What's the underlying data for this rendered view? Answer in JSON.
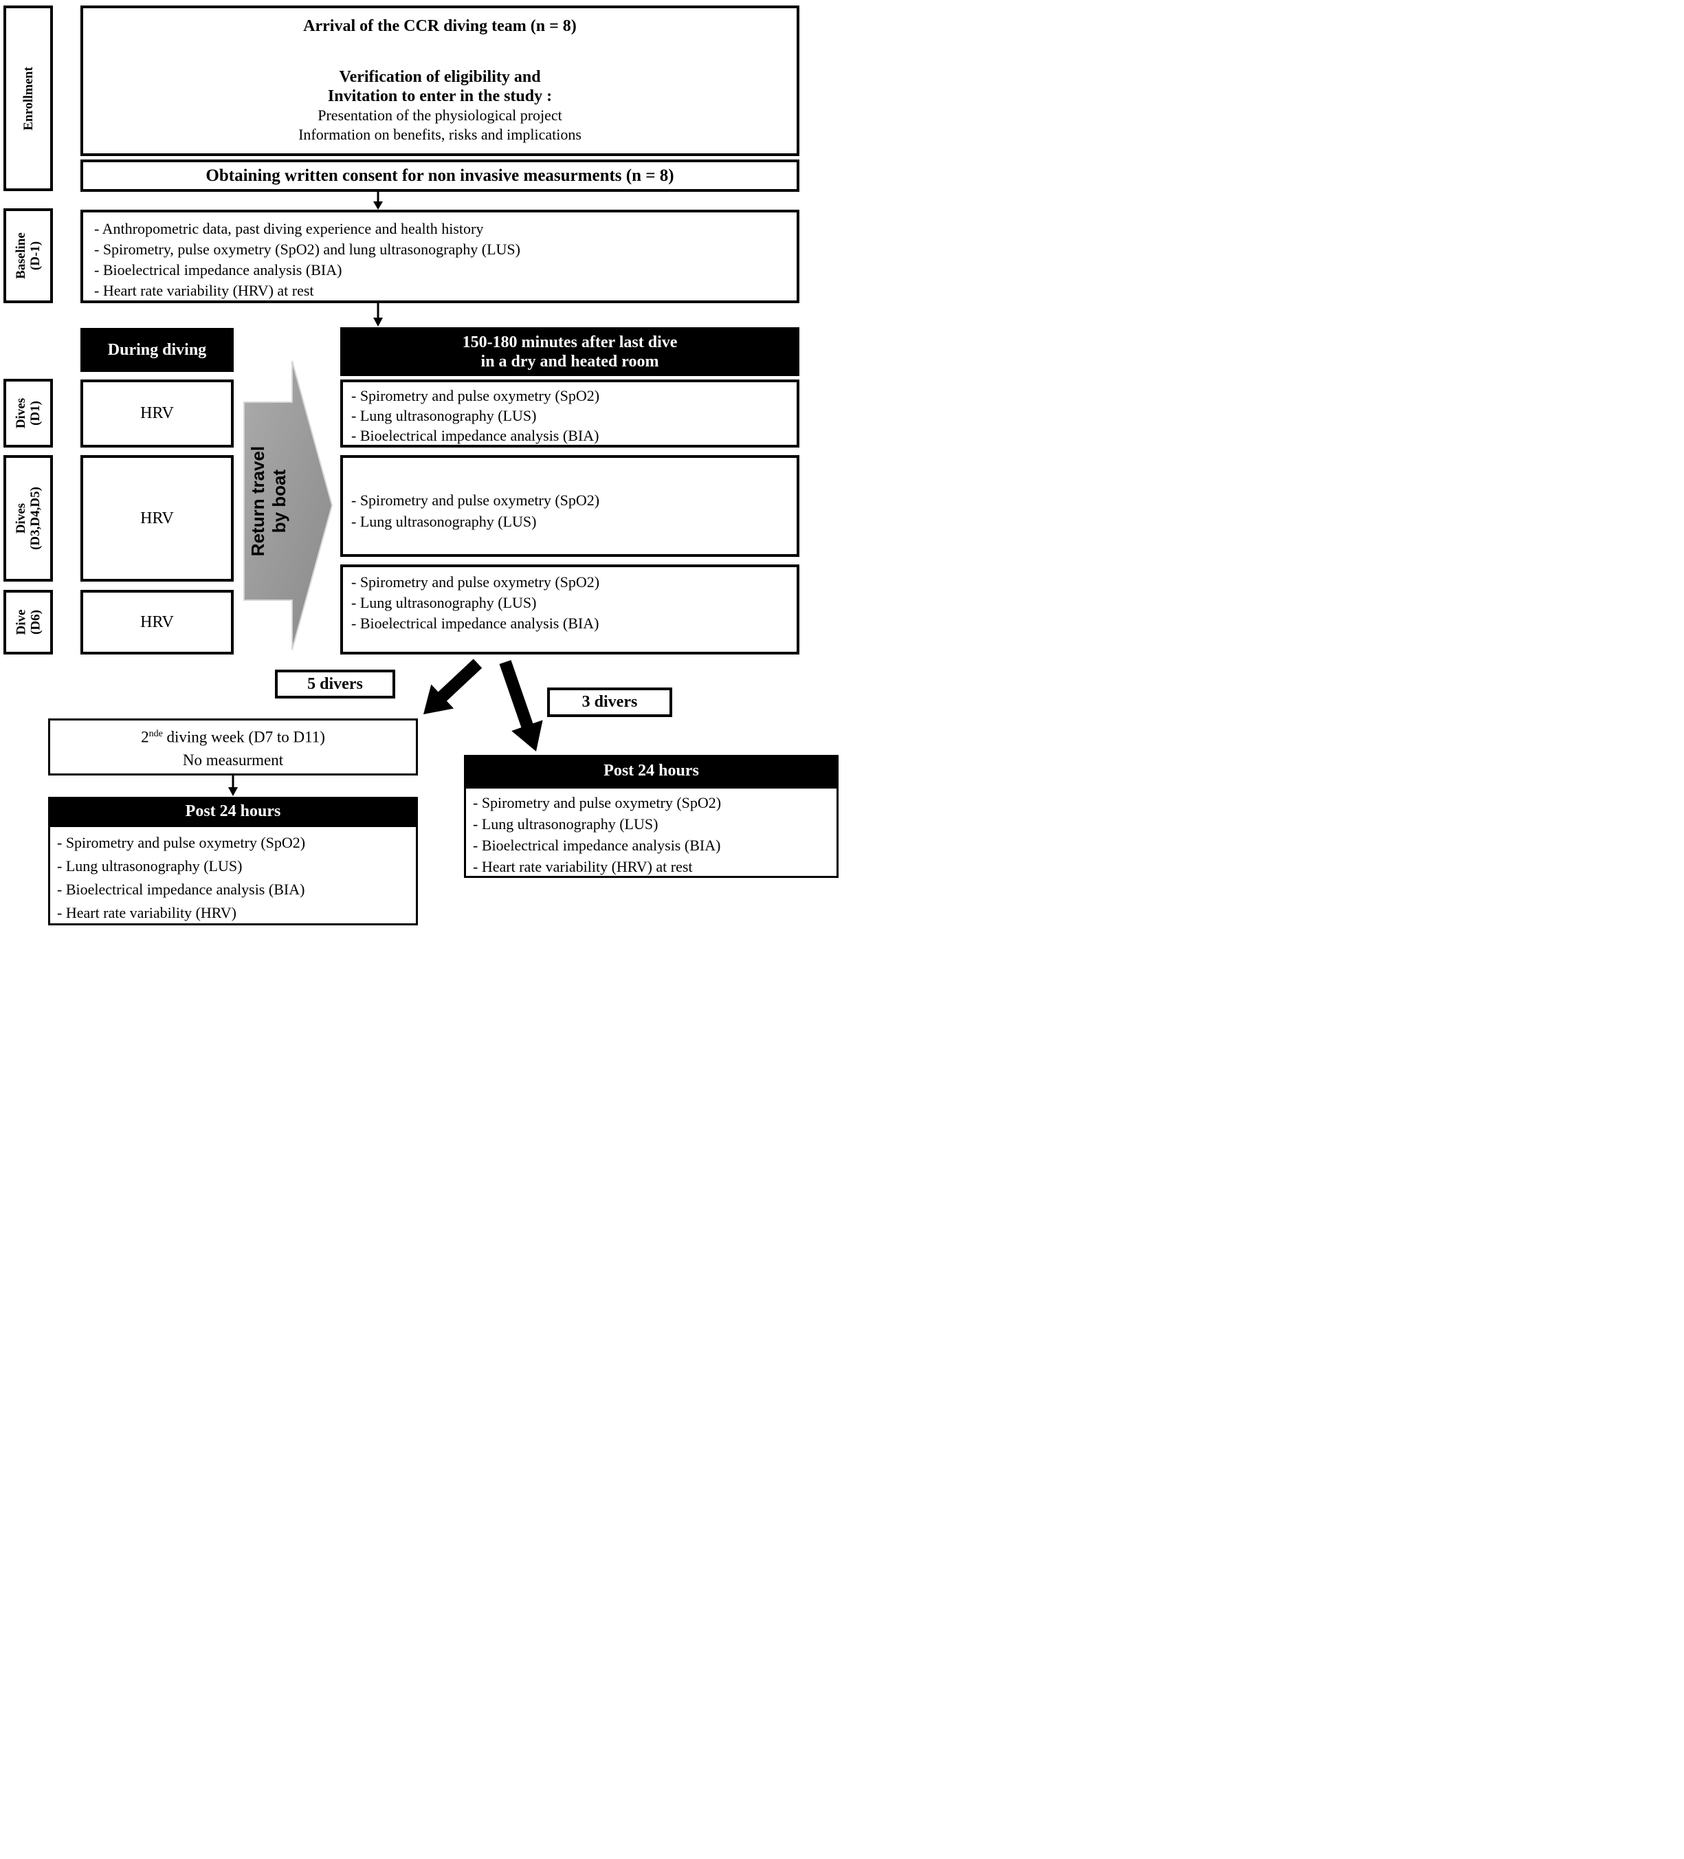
{
  "colors": {
    "ink": "#000000",
    "paper": "#ffffff",
    "arrow_gray_light": "#ababab",
    "arrow_gray_dark": "#8a8a8a",
    "arrow_gray_stroke": "#d6d6d6"
  },
  "sidebar": {
    "enrollment": "Enrollment",
    "baseline": "Baseline\n(D-1)",
    "dives_d1": "Dives\n(D1)",
    "dives_d345": "Dives\n(D3,D4,D5)",
    "dive_d6": "Dive\n(D6)"
  },
  "enrollment_box": {
    "line1": "Arrival of the CCR diving team (n = 8)",
    "line2": "Verification of eligibility and",
    "line3": "Invitation to enter in the study :",
    "line4": "Presentation of the physiological project",
    "line5": "Information on benefits, risks and implications"
  },
  "consent_box": {
    "label": "Obtaining written consent for non invasive measurments (n = 8)"
  },
  "baseline_box": {
    "items": [
      "- Anthropometric data, past diving experience and health history",
      "- Spirometry, pulse oxymetry (SpO2) and lung ultrasonography (LUS)",
      "- Bioelectrical impedance analysis (BIA)",
      "- Heart rate variability (HRV) at rest"
    ]
  },
  "headers": {
    "during_diving": "During diving",
    "after_dive": "150-180 minutes after last dive\nin a dry and heated room"
  },
  "rows": {
    "hrv": "HRV",
    "row1_items": [
      "- Spirometry and pulse oxymetry (SpO2)",
      "- Lung ultrasonography (LUS)",
      "- Bioelectrical impedance analysis (BIA)"
    ],
    "row2_items": [
      "- Spirometry and pulse oxymetry (SpO2)",
      "- Lung ultrasonography (LUS)"
    ],
    "row3_items": [
      "- Spirometry and pulse oxymetry (SpO2)",
      "- Lung ultrasonography (LUS)",
      "- Bioelectrical impedance analysis (BIA)"
    ]
  },
  "return_arrow": {
    "label": "Return travel\nby boat"
  },
  "split": {
    "five_divers": "5 divers",
    "three_divers": "3 divers"
  },
  "second_week_box": {
    "base": "2",
    "sup": "nde",
    "rest": " diving week (D7 to D11)",
    "line2": "No measurment"
  },
  "post24_left": {
    "header": "Post 24 hours",
    "items": [
      "- Spirometry and pulse oxymetry (SpO2)",
      "- Lung ultrasonography (LUS)",
      "- Bioelectrical impedance analysis (BIA)",
      "- Heart rate variability (HRV)"
    ]
  },
  "post24_right": {
    "header": "Post 24 hours",
    "items": [
      "- Spirometry and pulse oxymetry (SpO2)",
      "- Lung ultrasonography (LUS)",
      "- Bioelectrical impedance analysis (BIA)",
      "- Heart rate variability (HRV) at rest"
    ]
  }
}
